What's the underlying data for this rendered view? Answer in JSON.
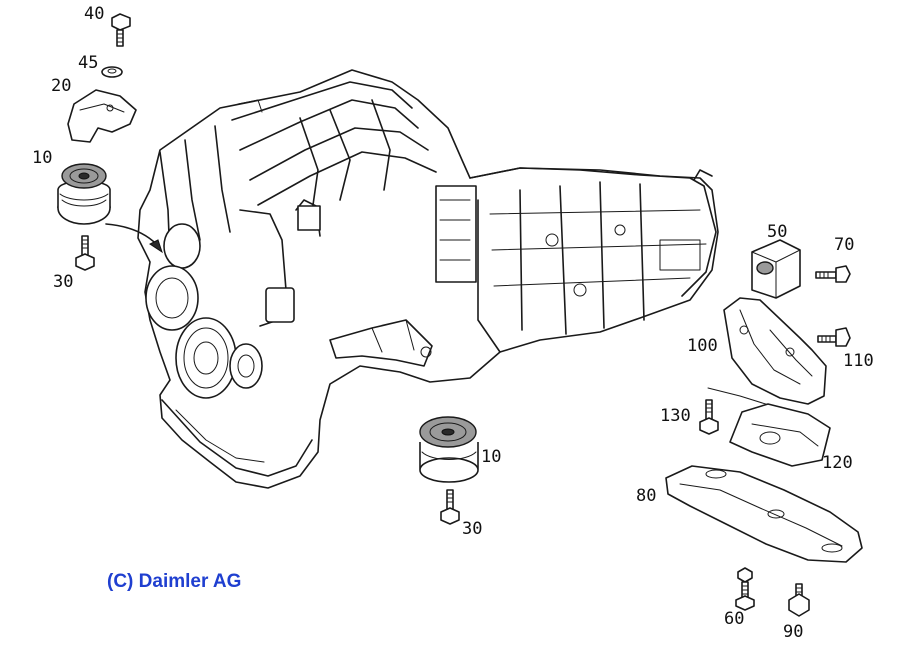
{
  "diagram": {
    "callouts": {
      "c40": "40",
      "c45": "45",
      "c20": "20",
      "c10_top": "10",
      "c30_top": "30",
      "c50": "50",
      "c70": "70",
      "c100": "100",
      "c110": "110",
      "c130": "130",
      "c120": "120",
      "c10_mid": "10",
      "c30_mid": "30",
      "c80": "80",
      "c60": "60",
      "c90": "90"
    },
    "copyright": "(C) Daimler AG",
    "copyright_color": "#1f3fd0"
  }
}
